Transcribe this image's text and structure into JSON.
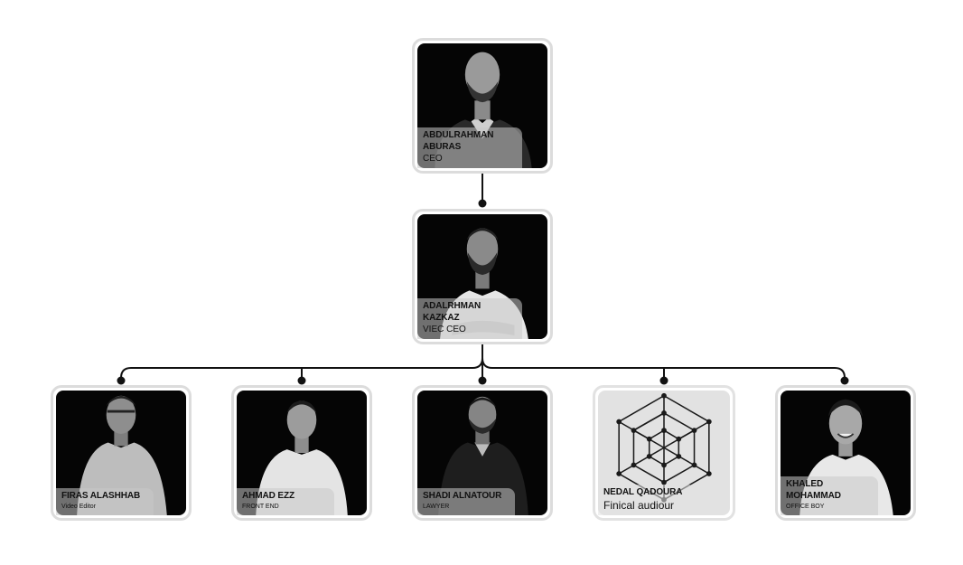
{
  "colors": {
    "card_border": "#dcdcdc",
    "photo_bg": "#050505",
    "logo_bg": "#e2e2e2",
    "connector": "#111111",
    "label_bg": "rgba(200,200,200,0.55)"
  },
  "org": {
    "ceo": {
      "name": "ABDULRAHMAN\nABURAS",
      "role": "CEO"
    },
    "vice": {
      "name": "ADALRHMAN\nKAZKAZ",
      "role": "VIEC CEO"
    },
    "staff": [
      {
        "name": "FIRAS ALASHHAB",
        "role": "Video Editor"
      },
      {
        "name": "AHMAD EZZ",
        "role": "FRONT END"
      },
      {
        "name": "SHADI ALNATOUR",
        "role": "LAWYER"
      },
      {
        "name": "NEDAL QADOURA",
        "role": "Finical audiour",
        "icon": "geometric-cube-logo-icon"
      },
      {
        "name": "KHALED\nMOHAMMAD",
        "role": "OFFICE BOY"
      }
    ]
  }
}
